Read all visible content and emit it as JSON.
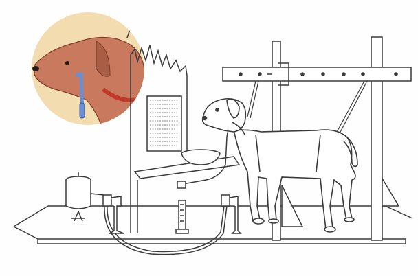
{
  "illustration": {
    "kind": "line-drawing",
    "colors": {
      "ink": "#3a3a3a",
      "paper": "#fefefe",
      "inset_background": "#f3dcb0",
      "dog_head_fill": "#c97a5e",
      "collar": "#c0392b",
      "saliva_tube": "#6b8fd6"
    },
    "icons": [
      "dog-head-inset",
      "harness-frame",
      "dog",
      "food-bowl",
      "measuring-cylinder",
      "stopcock",
      "recording-drum",
      "saliva-tube",
      "window"
    ]
  }
}
